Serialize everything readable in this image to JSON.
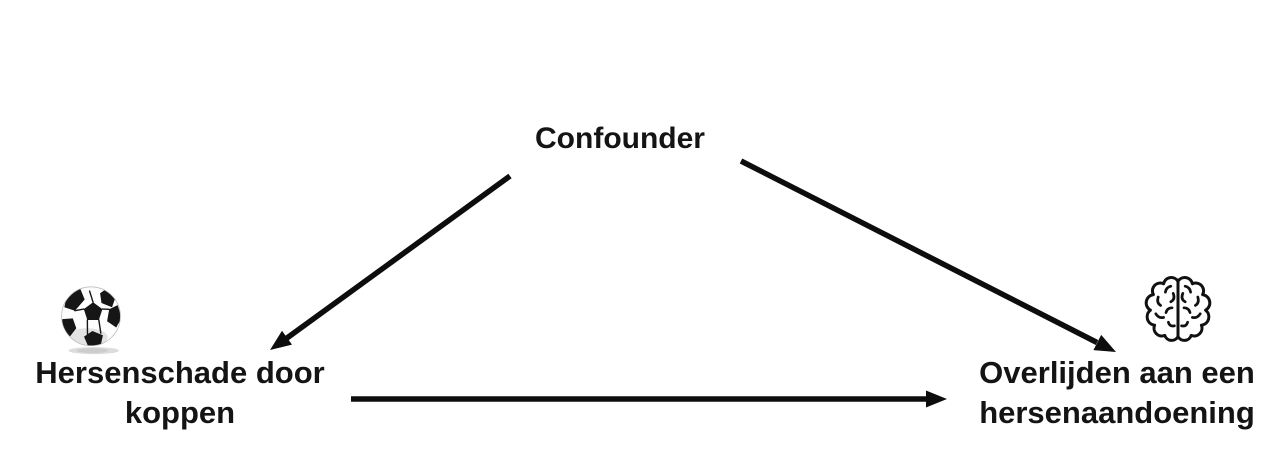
{
  "diagram": {
    "background_color": "#ffffff",
    "text_color": "#141414",
    "arrow_color": "#0d0d0d",
    "confounder": {
      "label": "Confounder"
    },
    "exposure": {
      "icon": "soccer-ball-icon",
      "label_line1": "Hersenschade door",
      "label_line2": "koppen"
    },
    "outcome": {
      "icon": "brain-icon",
      "label_line1": "Overlijden aan een",
      "label_line2": "hersenaandoening"
    },
    "arrows": [
      {
        "from": "Confounder",
        "to": "Hersenschade door koppen",
        "direction": "down-left"
      },
      {
        "from": "Confounder",
        "to": "Overlijden aan een hersenaandoening",
        "direction": "down-right"
      },
      {
        "from": "Hersenschade door koppen",
        "to": "Overlijden aan een hersenaandoening",
        "direction": "right"
      }
    ]
  }
}
